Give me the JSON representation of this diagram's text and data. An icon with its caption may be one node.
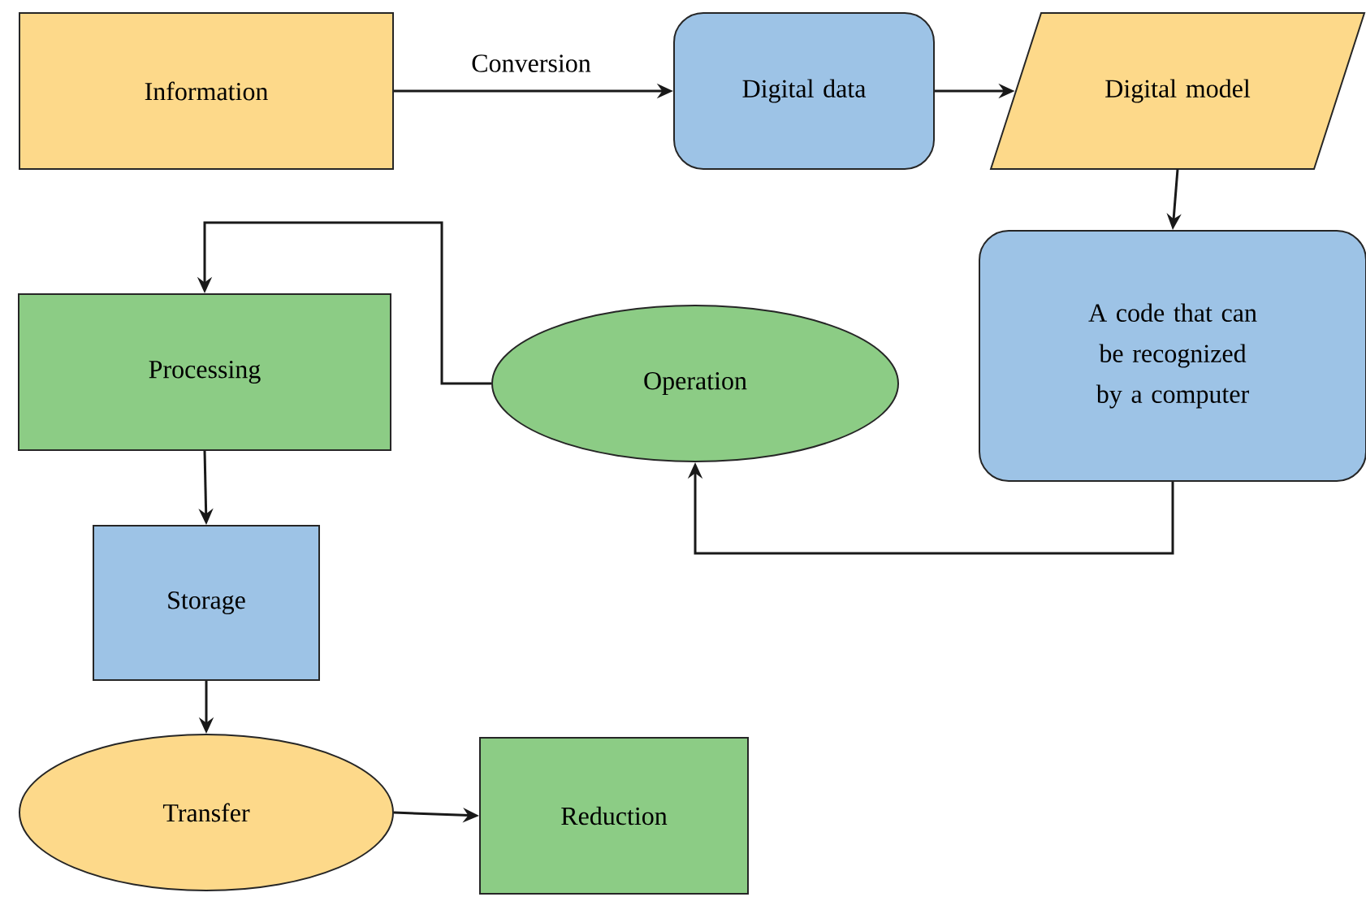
{
  "diagram": {
    "nodes": [
      {
        "text": [
          "Information"
        ]
      },
      {
        "text": [
          "Digital data"
        ]
      },
      {
        "text": [
          "Digital model"
        ]
      },
      {
        "text": [
          "A code that can be recognized by a computer"
        ]
      },
      {
        "text": [
          "Operation"
        ]
      },
      {
        "text": [
          "Processing"
        ]
      },
      {
        "text": [
          "Storage"
        ]
      },
      {
        "text": [
          "Transfer"
        ]
      },
      {
        "text": [
          "Reduction"
        ]
      }
    ],
    "edges": [
      {
        "from": 0,
        "to": 1,
        "arrow": "to",
        "label": "Conversion"
      },
      {
        "from": 1,
        "to": 2,
        "arrow": "to"
      },
      {
        "from": 2,
        "to": 3,
        "arrow": "to"
      },
      {
        "from": 3,
        "to": 4,
        "arrow": "to"
      },
      {
        "from": 4,
        "to": 5,
        "arrow": "to"
      },
      {
        "from": 5,
        "to": 6,
        "arrow": "to"
      },
      {
        "from": 6,
        "to": 7,
        "arrow": "to"
      },
      {
        "from": 7,
        "to": 8,
        "arrow": "to"
      }
    ]
  }
}
